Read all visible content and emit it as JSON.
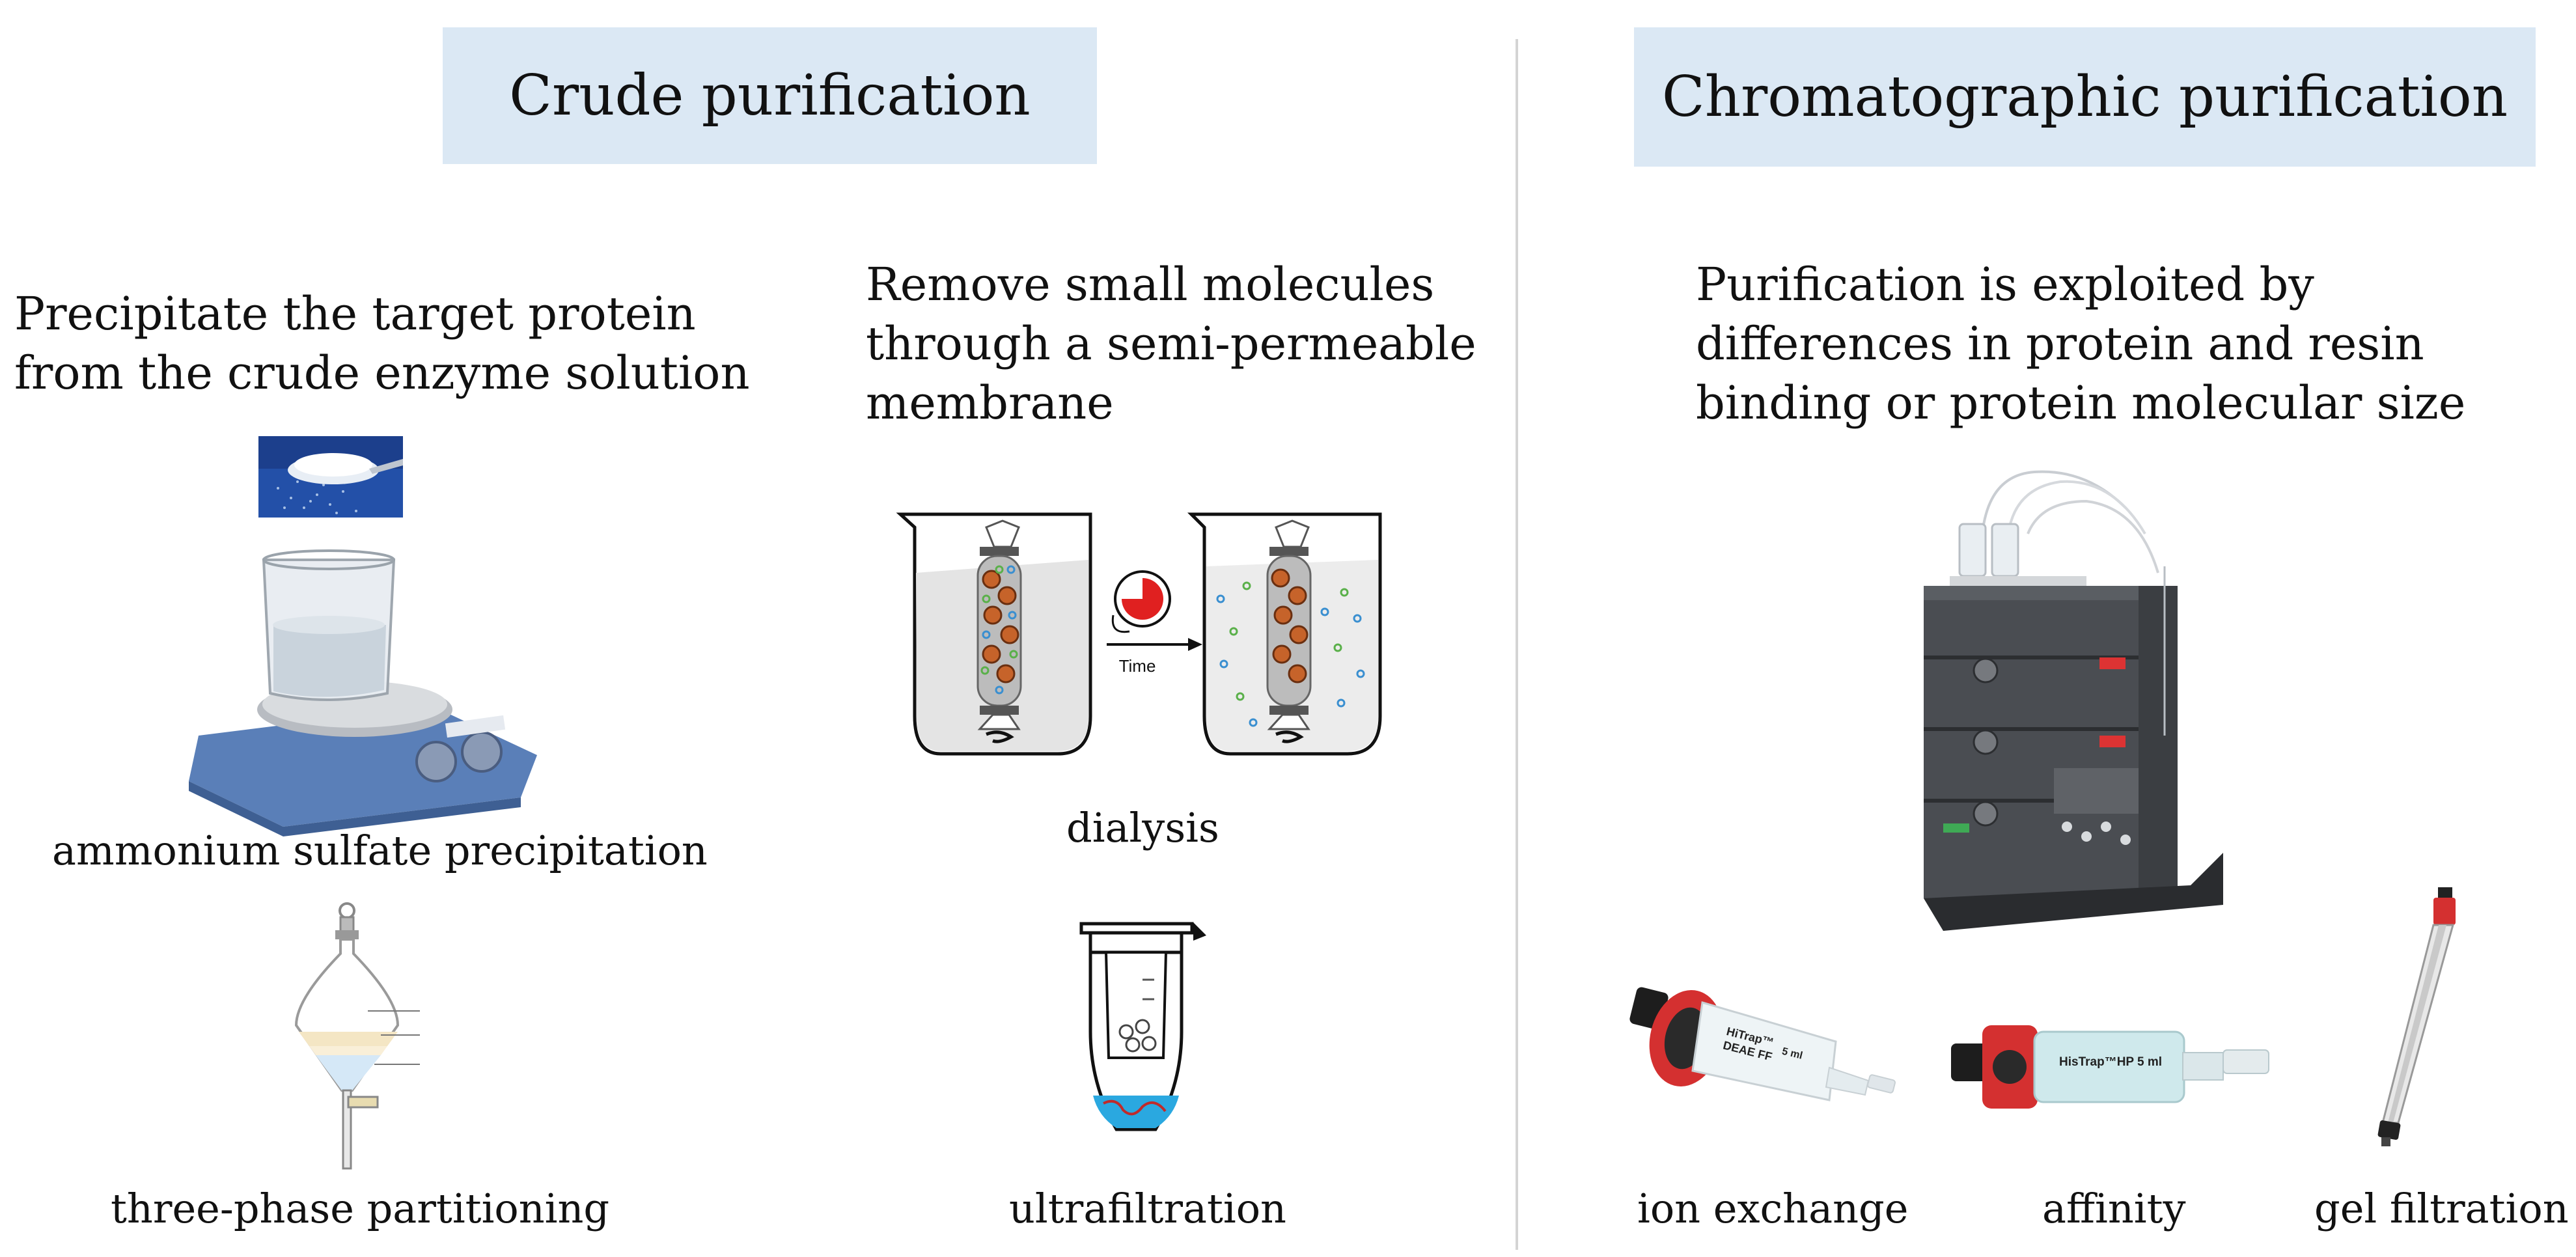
{
  "left_panel": {
    "title": "Crude purification",
    "col1": {
      "description": "Precipitate the target protein\nfrom the crude enzyme solution",
      "label1": "ammonium sulfate precipitation",
      "label2": "three-phase partitioning"
    },
    "col2": {
      "description": "Remove small molecules\nthrough a semi-permeable\nmembrane",
      "time_label": "Time",
      "label1": "dialysis",
      "label2": "ultrafiltration"
    }
  },
  "right_panel": {
    "title": "Chromatographic purification",
    "description": "Purification is exploited by\ndifferences in protein and resin\nbinding or protein molecular size",
    "labels": {
      "ion_exchange": "ion exchange",
      "affinity": "affinity",
      "gel_filtration": "gel filtration"
    },
    "column_text": {
      "ion": "HiTrap™\nDEAE FF   5 ml",
      "affinity": "HisTrap™HP   5 ml"
    }
  },
  "colors": {
    "header_bg": "#dbe8f4",
    "hotplate_blue": "#5a7fb8",
    "column_red": "#d32a2a",
    "filtrate_blue": "#2aa8e0",
    "dialysis_bead": "#c6632a"
  }
}
